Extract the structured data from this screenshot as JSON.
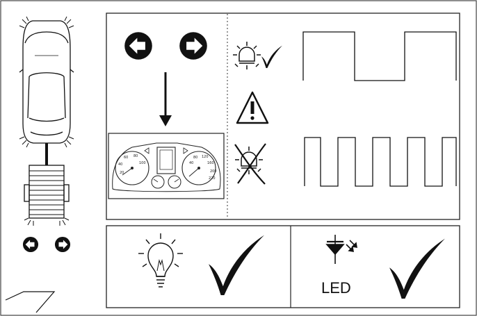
{
  "figure": {
    "colors": {
      "ink": "#111111",
      "frame": "#444444",
      "background": "#ffffff"
    },
    "left_column": {
      "car_icon": "car-top-view-icon",
      "trailer_icon": "trailer-top-view-icon",
      "arrow_icons": [
        "left-arrow-circle-icon",
        "right-arrow-circle-icon"
      ]
    },
    "main_panel": {
      "arrow_icons": [
        "left-arrow-circle-icon",
        "right-arrow-circle-icon"
      ],
      "down_arrow_icon": "down-arrow-icon",
      "dashboard_icon": "instrument-cluster-icon",
      "rows": [
        {
          "icon": "bulb-ok-icon",
          "status": "check-mark-icon",
          "signal": "slow-square-wave"
        },
        {
          "icon": "warning-triangle-icon"
        },
        {
          "icon": "bulb-failed-icon",
          "signal": "fast-square-wave"
        }
      ]
    },
    "bottom_panel": {
      "left": {
        "icon": "incandescent-bulb-icon",
        "status": "check-mark-icon"
      },
      "right": {
        "icon": "led-diode-icon",
        "label": "LED",
        "status": "check-mark-icon"
      }
    },
    "corner_icon": "corner-fold-icon"
  }
}
